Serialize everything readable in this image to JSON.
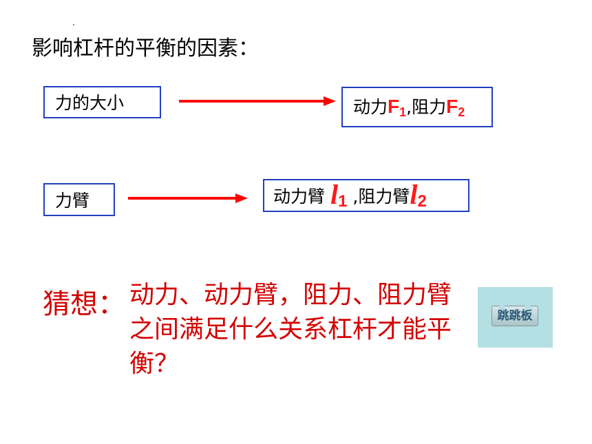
{
  "title": "影响杠杆的平衡的因素：",
  "row1": {
    "left_box": "力的大小",
    "right_box": {
      "text1": "动力",
      "sym1": "F",
      "sub1": "1",
      "text2": ",阻力",
      "sym2": "F",
      "sub2": "2"
    }
  },
  "row2": {
    "left_box": "力臂",
    "right_box": {
      "text1": "动力臂",
      "sym1": "l",
      "sub1": "1",
      "text2": " ,阻力臂",
      "sym2": "l",
      "sub2": "2"
    }
  },
  "guess": {
    "label": "猜想：",
    "text": "动力、动力臂，阻力、阻力臂之间满足什么关系杠杆才能平衡？"
  },
  "skip_button": {
    "label": "跳跳板"
  },
  "colors": {
    "box_border": "#1f3fbf",
    "arrow": "#ff0000",
    "guess_text": "#d40000",
    "skip_panel": "#b4dfe3"
  }
}
